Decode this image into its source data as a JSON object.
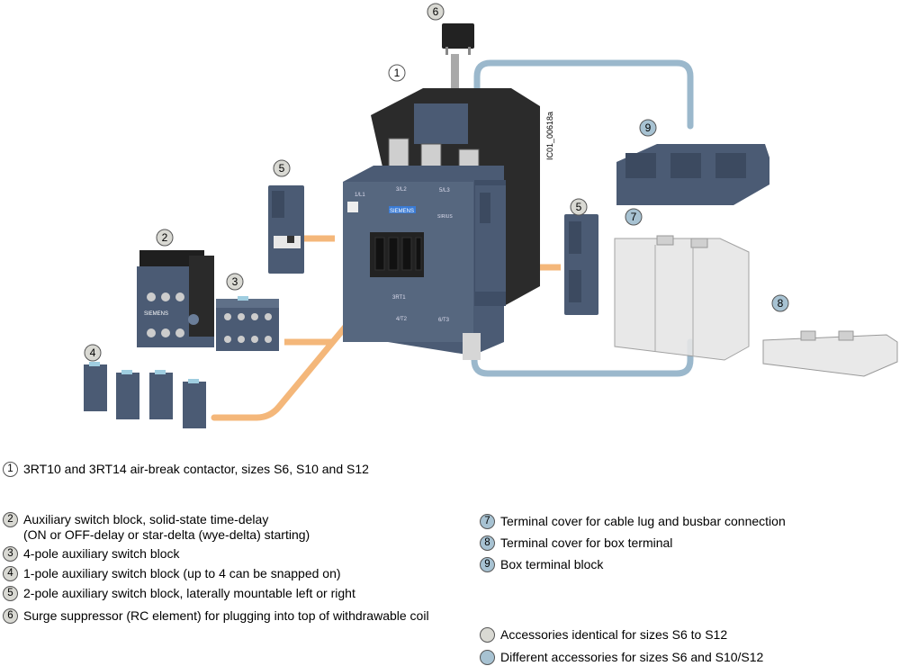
{
  "figure": {
    "code": "IC01_00618a",
    "labels": {
      "contactor_top": "1/L1",
      "contactor_mid": "3/L2",
      "contactor_right": "5/L3",
      "brand": "SIEMENS",
      "model": "SIRIUS",
      "bottom_mid": "4/T2",
      "bottom_right": "6/T3",
      "type": "3RT1",
      "aux_brand": "SIEMENS"
    }
  },
  "callouts": [
    {
      "n": "1",
      "tone": "white"
    },
    {
      "n": "2",
      "tone": "gray"
    },
    {
      "n": "3",
      "tone": "gray"
    },
    {
      "n": "4",
      "tone": "gray"
    },
    {
      "n": "5",
      "tone": "gray"
    },
    {
      "n": "5",
      "tone": "gray"
    },
    {
      "n": "6",
      "tone": "gray"
    },
    {
      "n": "7",
      "tone": "blue"
    },
    {
      "n": "8",
      "tone": "blue"
    },
    {
      "n": "9",
      "tone": "blue"
    }
  ],
  "legend": {
    "item1": {
      "n": "1",
      "text": "3RT10 and 3RT14 air-break contactor, sizes S6, S10 and S12"
    },
    "item2": {
      "n": "2",
      "line1": "Auxiliary switch block, solid-state time-delay",
      "line2": "(ON or OFF-delay or star-delta (wye-delta) starting)"
    },
    "item3": {
      "n": "3",
      "text": "4-pole auxiliary switch block"
    },
    "item4": {
      "n": "4",
      "text": "1-pole auxiliary switch block (up to 4 can be snapped on)"
    },
    "item5": {
      "n": "5",
      "text": "2-pole auxiliary switch block, laterally mountable left or right"
    },
    "item6": {
      "n": "6",
      "text": "Surge suppressor (RC element) for plugging into top of withdrawable coil"
    },
    "item7": {
      "n": "7",
      "text": "Terminal cover for cable lug and busbar connection"
    },
    "item8": {
      "n": "8",
      "text": "Terminal cover for box terminal"
    },
    "item9": {
      "n": "9",
      "text": "Box terminal block"
    },
    "key_gray": {
      "text": "Accessories identical for sizes S6 to S12"
    },
    "key_blue": {
      "text": "Different accessories for sizes S6 and S10/S12"
    }
  },
  "colors": {
    "blue_accent": "#a7c2d2",
    "gray_accent": "#d9d9d3",
    "device_blue": "#4b5b74",
    "device_black": "#2b2b2b",
    "guide_orange": "#f4b77a",
    "guide_blue": "#9bb8cc"
  }
}
